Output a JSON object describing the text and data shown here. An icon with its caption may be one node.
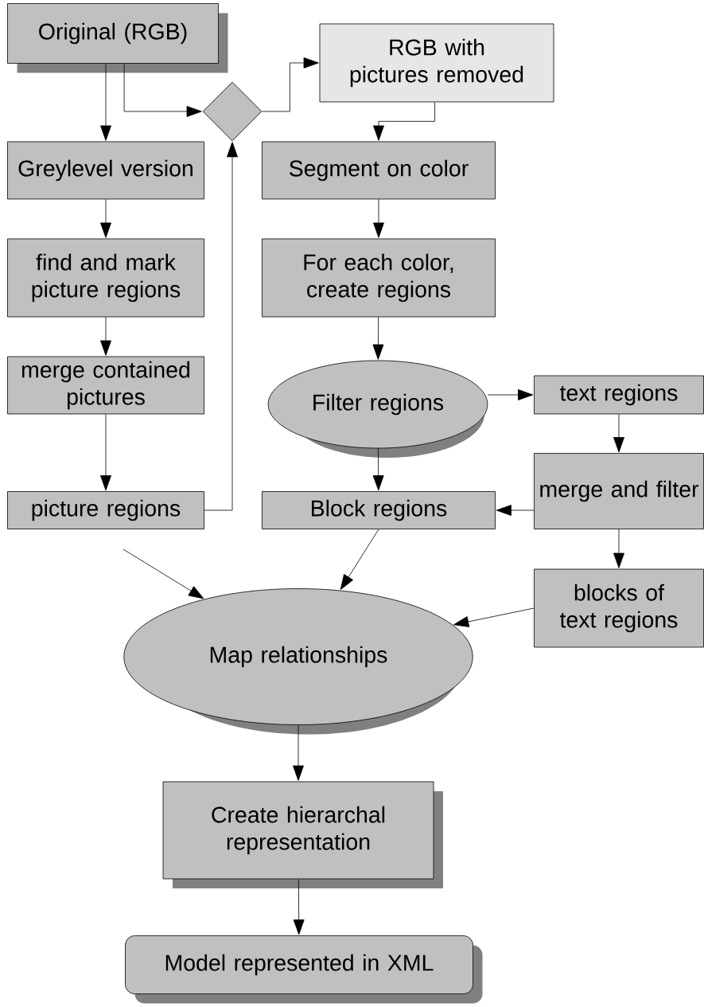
{
  "diagram": {
    "nodes": [
      {
        "text": [
          "Original (RGB)"
        ]
      },
      {
        "text": [],
        "shape": "diamond"
      },
      {
        "text": [
          "RGB with pictures removed"
        ]
      },
      {
        "text": [
          "Greylevel version"
        ]
      },
      {
        "text": [
          "find and mark picture regions"
        ]
      },
      {
        "text": [
          "merge contained pictures"
        ]
      },
      {
        "text": [
          "picture regions"
        ]
      },
      {
        "text": [
          "Segment on color"
        ]
      },
      {
        "text": [
          "For each color, create regions"
        ]
      },
      {
        "text": [
          "Filter regions"
        ]
      },
      {
        "text": [
          "text regions"
        ]
      },
      {
        "text": [
          "merge and filter"
        ]
      },
      {
        "text": [
          "Block regions"
        ]
      },
      {
        "text": [
          "blocks of text regions"
        ]
      },
      {
        "text": [
          "Map relationships"
        ]
      },
      {
        "text": [
          "Create hierarchal representation"
        ]
      },
      {
        "text": [
          "Model represented in XML"
        ]
      }
    ],
    "edges": [
      {
        "from": 0,
        "to": 3,
        "arrow": "to"
      },
      {
        "from": 0,
        "to": 1,
        "arrow": "to"
      },
      {
        "from": 1,
        "to": 2,
        "arrow": "to"
      },
      {
        "from": 2,
        "to": 7,
        "arrow": "to"
      },
      {
        "from": 3,
        "to": 4,
        "arrow": "to"
      },
      {
        "from": 4,
        "to": 5,
        "arrow": "to"
      },
      {
        "from": 5,
        "to": 6,
        "arrow": "to"
      },
      {
        "from": 6,
        "to": 1,
        "arrow": "to"
      },
      {
        "from": 7,
        "to": 8,
        "arrow": "to"
      },
      {
        "from": 8,
        "to": 9,
        "arrow": "to"
      },
      {
        "from": 9,
        "to": 10,
        "arrow": "to"
      },
      {
        "from": 9,
        "to": 12,
        "arrow": "to"
      },
      {
        "from": 10,
        "to": 11,
        "arrow": "to"
      },
      {
        "from": 11,
        "to": 12,
        "arrow": "to"
      },
      {
        "from": 11,
        "to": 13,
        "arrow": "to"
      },
      {
        "from": 12,
        "to": 14,
        "arrow": "to"
      },
      {
        "from": 13,
        "to": 14,
        "arrow": "to"
      },
      {
        "from": null,
        "to": 14,
        "arrow": "to"
      },
      {
        "from": 14,
        "to": 15,
        "arrow": "to"
      },
      {
        "from": 15,
        "to": 16,
        "arrow": "to"
      }
    ]
  }
}
